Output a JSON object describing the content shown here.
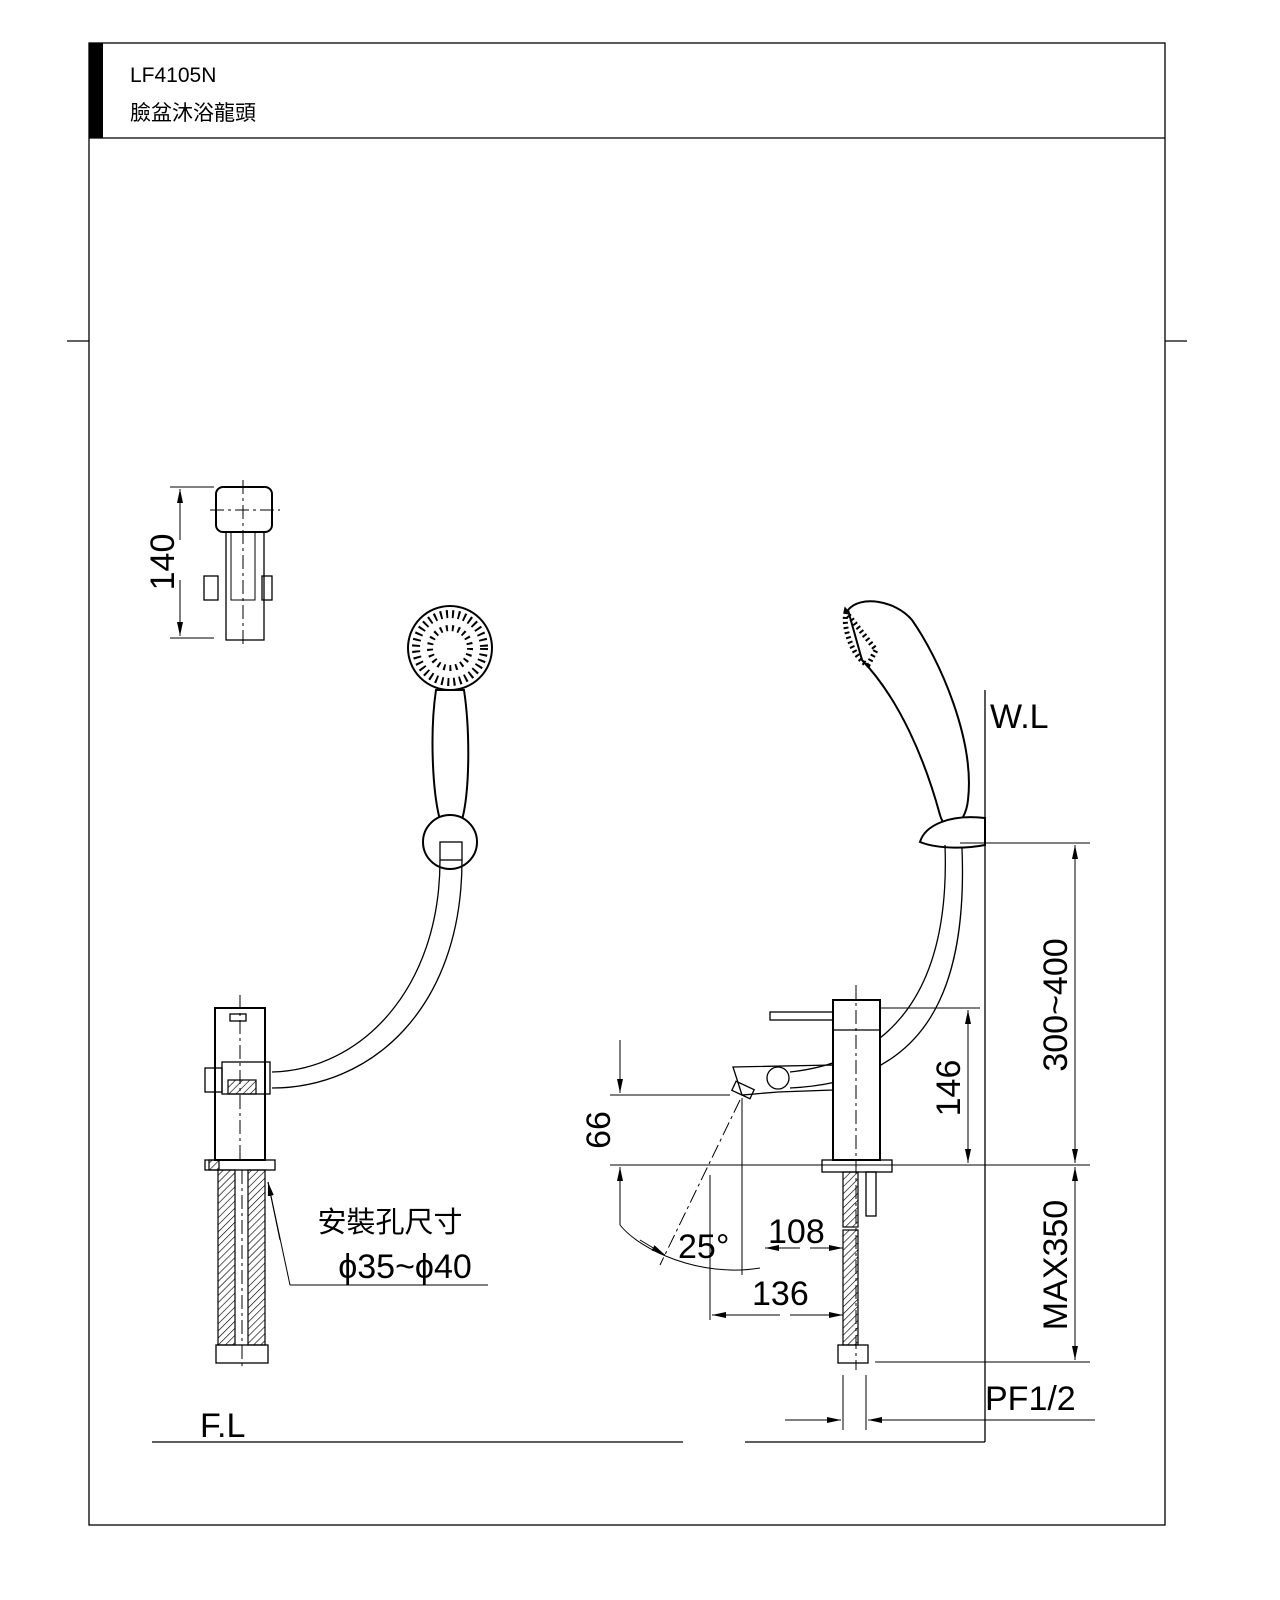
{
  "header": {
    "model": "LF4105N",
    "product_name": "臉盆沐浴龍頭"
  },
  "drawing": {
    "top_view_height": "140",
    "install_hole_label": "安裝孔尺寸",
    "install_hole_size": "ϕ35~ϕ40",
    "floor_level": "F.L",
    "wall_level": "W.L",
    "spout_height": "66",
    "spout_angle": "25°",
    "spout_reach_1": "108",
    "spout_reach_2": "136",
    "body_height": "146",
    "holder_height": "300~400",
    "hose_length": "MAX350",
    "connection": "PF1/2"
  }
}
